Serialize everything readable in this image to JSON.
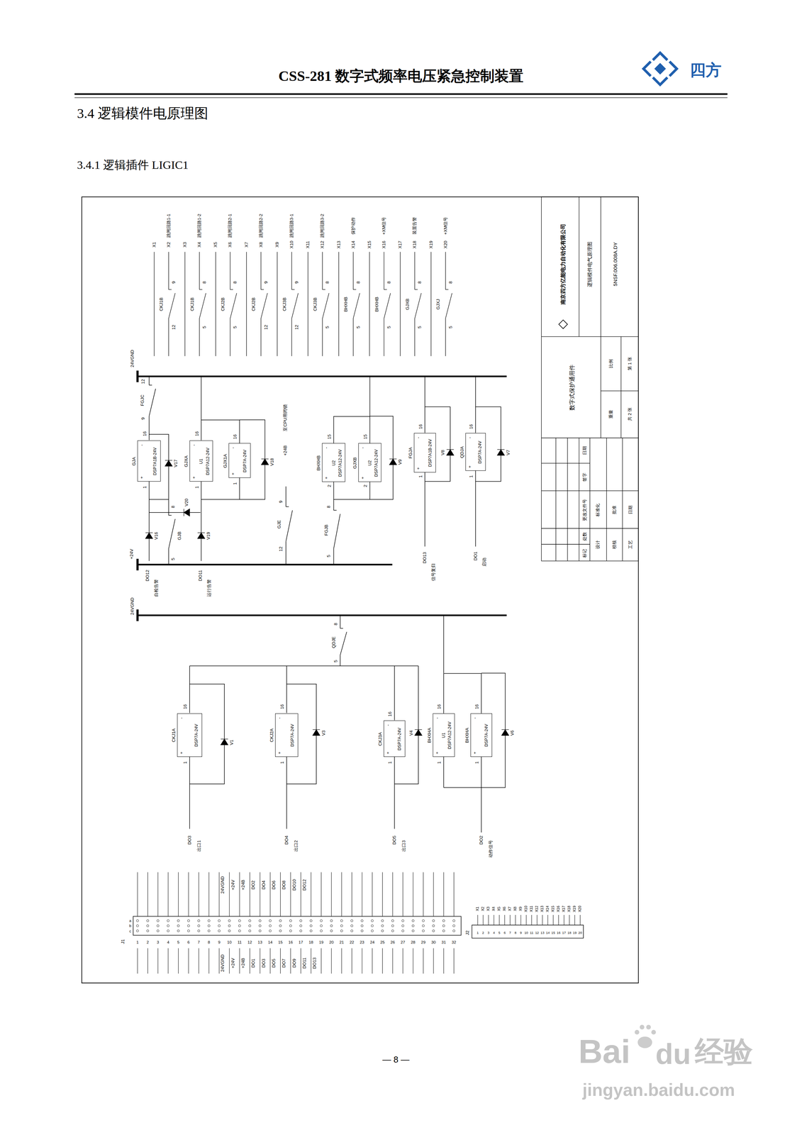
{
  "diagram": {
    "title": "CSS-281 数字式频率电压紧急控制装置",
    "nodes": [
      {
        "text": [
          "GJA",
          "DSP7A1B-24V",
          "-",
          "+"
        ]
      },
      {
        "text": [
          "GJXA",
          "U1",
          "DSP7A12-24V",
          "-",
          "+"
        ]
      },
      {
        "text": [
          "GJX1A",
          "DSP7A-24V",
          "-",
          "+"
        ]
      },
      {
        "text": [
          "BHXHB",
          "U2",
          "DSP7A12-24V",
          "-",
          "+"
        ]
      },
      {
        "text": [
          "GJXB",
          "U2",
          "DSP7A12-24V",
          "-",
          "+"
        ]
      },
      {
        "text": [
          "FGJA",
          "DSP7A1B-24V",
          "-",
          "+"
        ]
      },
      {
        "text": [
          "QDJA",
          "DSP7A-24V",
          "-",
          "+"
        ]
      },
      {
        "text": [
          "CKJ1A",
          "DSP7A-24V",
          "-",
          "+"
        ]
      },
      {
        "text": [
          "CKJ2A",
          "DSP7A-24V",
          "-",
          "+"
        ]
      },
      {
        "text": [
          "CKJ3A",
          "DSP7A-24V",
          "-",
          "+"
        ]
      },
      {
        "text": [
          "BHXHA",
          "U1",
          "DSP7A12-24V",
          "-",
          "+"
        ]
      },
      {
        "text": [
          "BHXHA",
          "DSP7A-24V",
          "-",
          "+"
        ]
      }
    ],
    "edges": [
      {
        "from": 1,
        "to": 2,
        "arrow": "none"
      },
      {
        "from": 3,
        "to": 4,
        "arrow": "none"
      },
      {
        "from": 10,
        "to": 11,
        "arrow": "none"
      }
    ],
    "labels": [
      "四方",
      "3.4 逻辑模件电原理图",
      "3.4.1 逻辑插件 LIGIC1",
      "X1",
      "X2",
      "跳闸回路1-1",
      "CKJ1B",
      "12",
      "9",
      "X3",
      "X4",
      "跳闸回路1-2",
      "CKJ1B",
      "5",
      "8",
      "X5",
      "X6",
      "跳闸回路2-1",
      "CKJ2B",
      "5",
      "8",
      "X7",
      "X8",
      "跳闸回路2-2",
      "CKJ2B",
      "12",
      "9",
      "X9",
      "X10",
      "跳闸回路3-1",
      "CKJ3B",
      "12",
      "9",
      "X11",
      "X12",
      "跳闸回路3-2",
      "CKJ3B",
      "5",
      "8",
      "X13",
      "X14",
      "保护动作",
      "BHXHB",
      "5",
      "8",
      "X15",
      "X16",
      "+XM信号",
      "BHXHB",
      "5",
      "8",
      "X17",
      "X18",
      "装置告警",
      "GJXB",
      "5",
      "8",
      "X19",
      "X20",
      "+XM信号",
      "GJXJ",
      "5",
      "8",
      "24VGND",
      "12",
      "FGJC",
      "9",
      "+24V",
      "V16",
      "V17",
      "GJB",
      "8",
      "5",
      "V20",
      "V18",
      "V19",
      "DO12",
      "自检告警",
      "DO11",
      "运行告警",
      "+24B",
      "至CPU用闭锁",
      "GJE",
      "9",
      "12",
      "FGJB",
      "8",
      "5",
      "V9",
      "V8",
      "V7",
      "DO13",
      "信号复归",
      "DO1",
      "启动",
      "24VGND",
      "QDJE",
      "8",
      "5",
      "V1",
      "V3",
      "V4",
      "V6",
      "DO3",
      "出口1",
      "DO4",
      "出口2",
      "DO5",
      "出口3",
      "DO2",
      "动作信号",
      "16",
      "1",
      "16",
      "1",
      "16",
      "1",
      "15",
      "2",
      "15",
      "2",
      "16",
      "1",
      "16",
      "1",
      "16",
      "1",
      "16",
      "1",
      "16",
      "1",
      "16",
      "1",
      "16",
      "1",
      "J1",
      "a",
      "b",
      "c",
      "1",
      "2",
      "3",
      "4",
      "5",
      "6",
      "7",
      "8",
      "9",
      "10",
      "11",
      "12",
      "13",
      "14",
      "15",
      "16",
      "17",
      "18",
      "19",
      "20",
      "21",
      "22",
      "23",
      "24",
      "25",
      "26",
      "27",
      "28",
      "29",
      "30",
      "31",
      "32",
      "24VGND",
      "+24V",
      "+24B",
      "DO2",
      "DO4",
      "DO6",
      "DO8",
      "DO10",
      "DO12",
      "24VGND",
      "+24V",
      "+24B",
      "DO1",
      "DO3",
      "DO5",
      "DO7",
      "DO9",
      "DO11",
      "DO13",
      "J2",
      "X1",
      "X2",
      "X3",
      "X4",
      "X5",
      "X6",
      "X7",
      "X8",
      "X9",
      "X10",
      "X11",
      "X12",
      "X13",
      "X14",
      "X15",
      "X16",
      "X17",
      "X18",
      "X19",
      "X20",
      "1",
      "2",
      "3",
      "4",
      "5",
      "6",
      "7",
      "8",
      "9",
      "10",
      "11",
      "12",
      "13",
      "14",
      "15",
      "16",
      "17",
      "18",
      "19",
      "20",
      "南京四方亿能电力自动化有限公司",
      "逻辑模件电气原理图",
      "5NSF.006.008A.DY",
      "数字式保护通用件",
      "比例",
      "第 1 张",
      "重量",
      "共 2 张",
      "标记",
      "处数",
      "更改文件号",
      "签字",
      "日期",
      "设计",
      "标准化",
      "校核",
      "批准",
      "工艺",
      "日期",
      "— 8 —",
      "Bai",
      "du",
      "经验",
      "jingyan.baidu.com"
    ]
  }
}
